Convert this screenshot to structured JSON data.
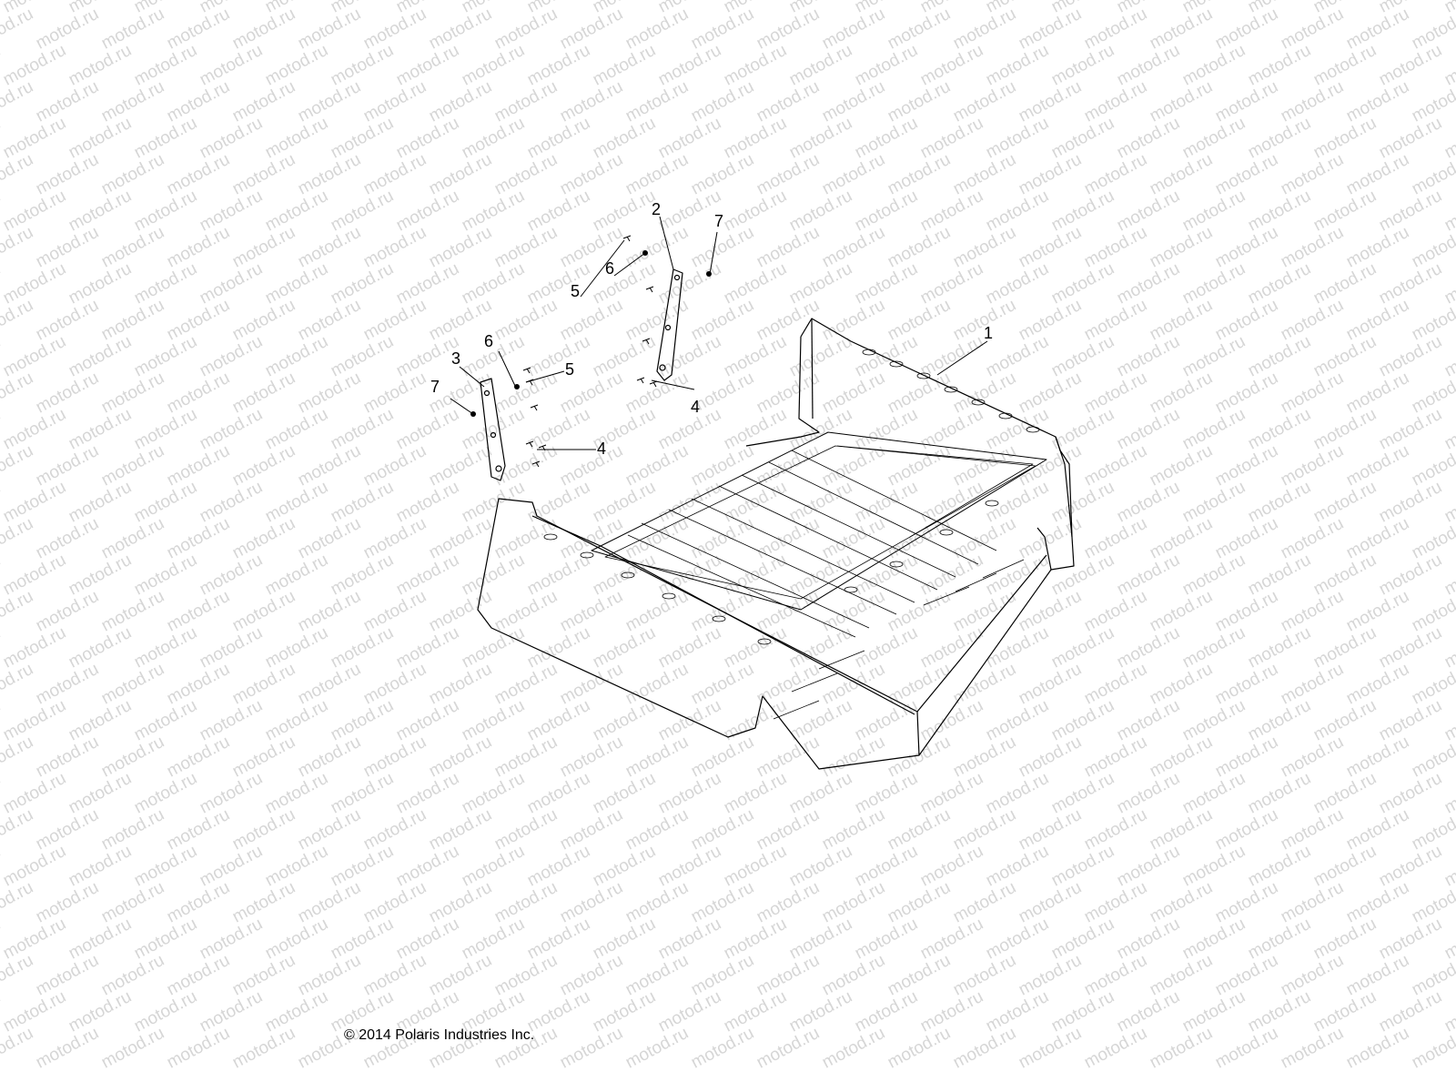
{
  "watermark": {
    "text": "motod.ru"
  },
  "callouts": [
    {
      "id": "c1",
      "label": "1"
    },
    {
      "id": "c2",
      "label": "2"
    },
    {
      "id": "c3",
      "label": "3"
    },
    {
      "id": "c4a",
      "label": "4"
    },
    {
      "id": "c4b",
      "label": "4"
    },
    {
      "id": "c5a",
      "label": "5"
    },
    {
      "id": "c5b",
      "label": "5"
    },
    {
      "id": "c6a",
      "label": "6"
    },
    {
      "id": "c6b",
      "label": "6"
    },
    {
      "id": "c7a",
      "label": "7"
    },
    {
      "id": "c7b",
      "label": "7"
    }
  ],
  "copyright": "© 2014 Polaris Industries Inc.",
  "colors": {
    "line": "#000000",
    "watermark": "#d6d6d6",
    "background": "#ffffff"
  }
}
